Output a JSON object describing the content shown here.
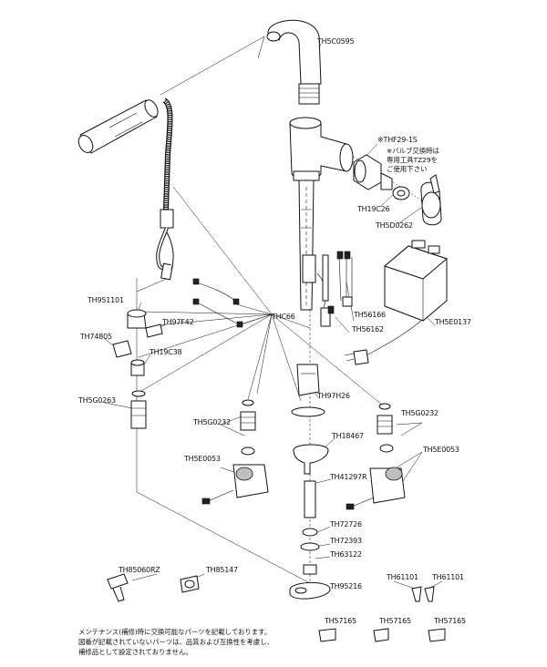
{
  "parts": {
    "th5c0595": "TH5C0595",
    "thf29_1s": "※THF29-1S",
    "th19c26": "TH19C26",
    "th5d0262": "TH5D0262",
    "th951101": "TH951101",
    "th97f42": "TH97F42",
    "thc66": "THC66",
    "th74805": "TH74805",
    "th19c38": "TH19C38",
    "th56166": "TH56166",
    "th56162": "TH56162",
    "th5e0137": "TH5E0137",
    "th5g0263": "TH5G0263",
    "th97h26": "TH97H26",
    "th5g0232_l": "TH5G0232",
    "th5g0232_r": "TH5G0232",
    "th18467": "TH18467",
    "th5e0053_l": "TH5E0053",
    "th5e0053_r": "TH5E0053",
    "th41297r": "TH41297R",
    "th72726": "TH72726",
    "th72393": "TH72393",
    "th63122": "TH63122",
    "th85060rz": "TH85060RZ",
    "th85147": "TH85147",
    "th95216": "TH95216",
    "th61101_a": "TH61101",
    "th61101_b": "TH61101",
    "th57165_a": "TH57165",
    "th57165_b": "TH57165",
    "th57165_c": "TH57165"
  },
  "valve_note": {
    "line1": "※バルブ交換時は",
    "line2": "専用工具TZ29を",
    "line3": "ご使用下さい"
  },
  "footer": {
    "line1": "メンテナンス(補修)時に交換可能なパーツを記載しております。",
    "line2": "図番が記載されていないパーツは、品質および互換性を考慮し、",
    "line3": "補修品として設定されておりません。"
  }
}
